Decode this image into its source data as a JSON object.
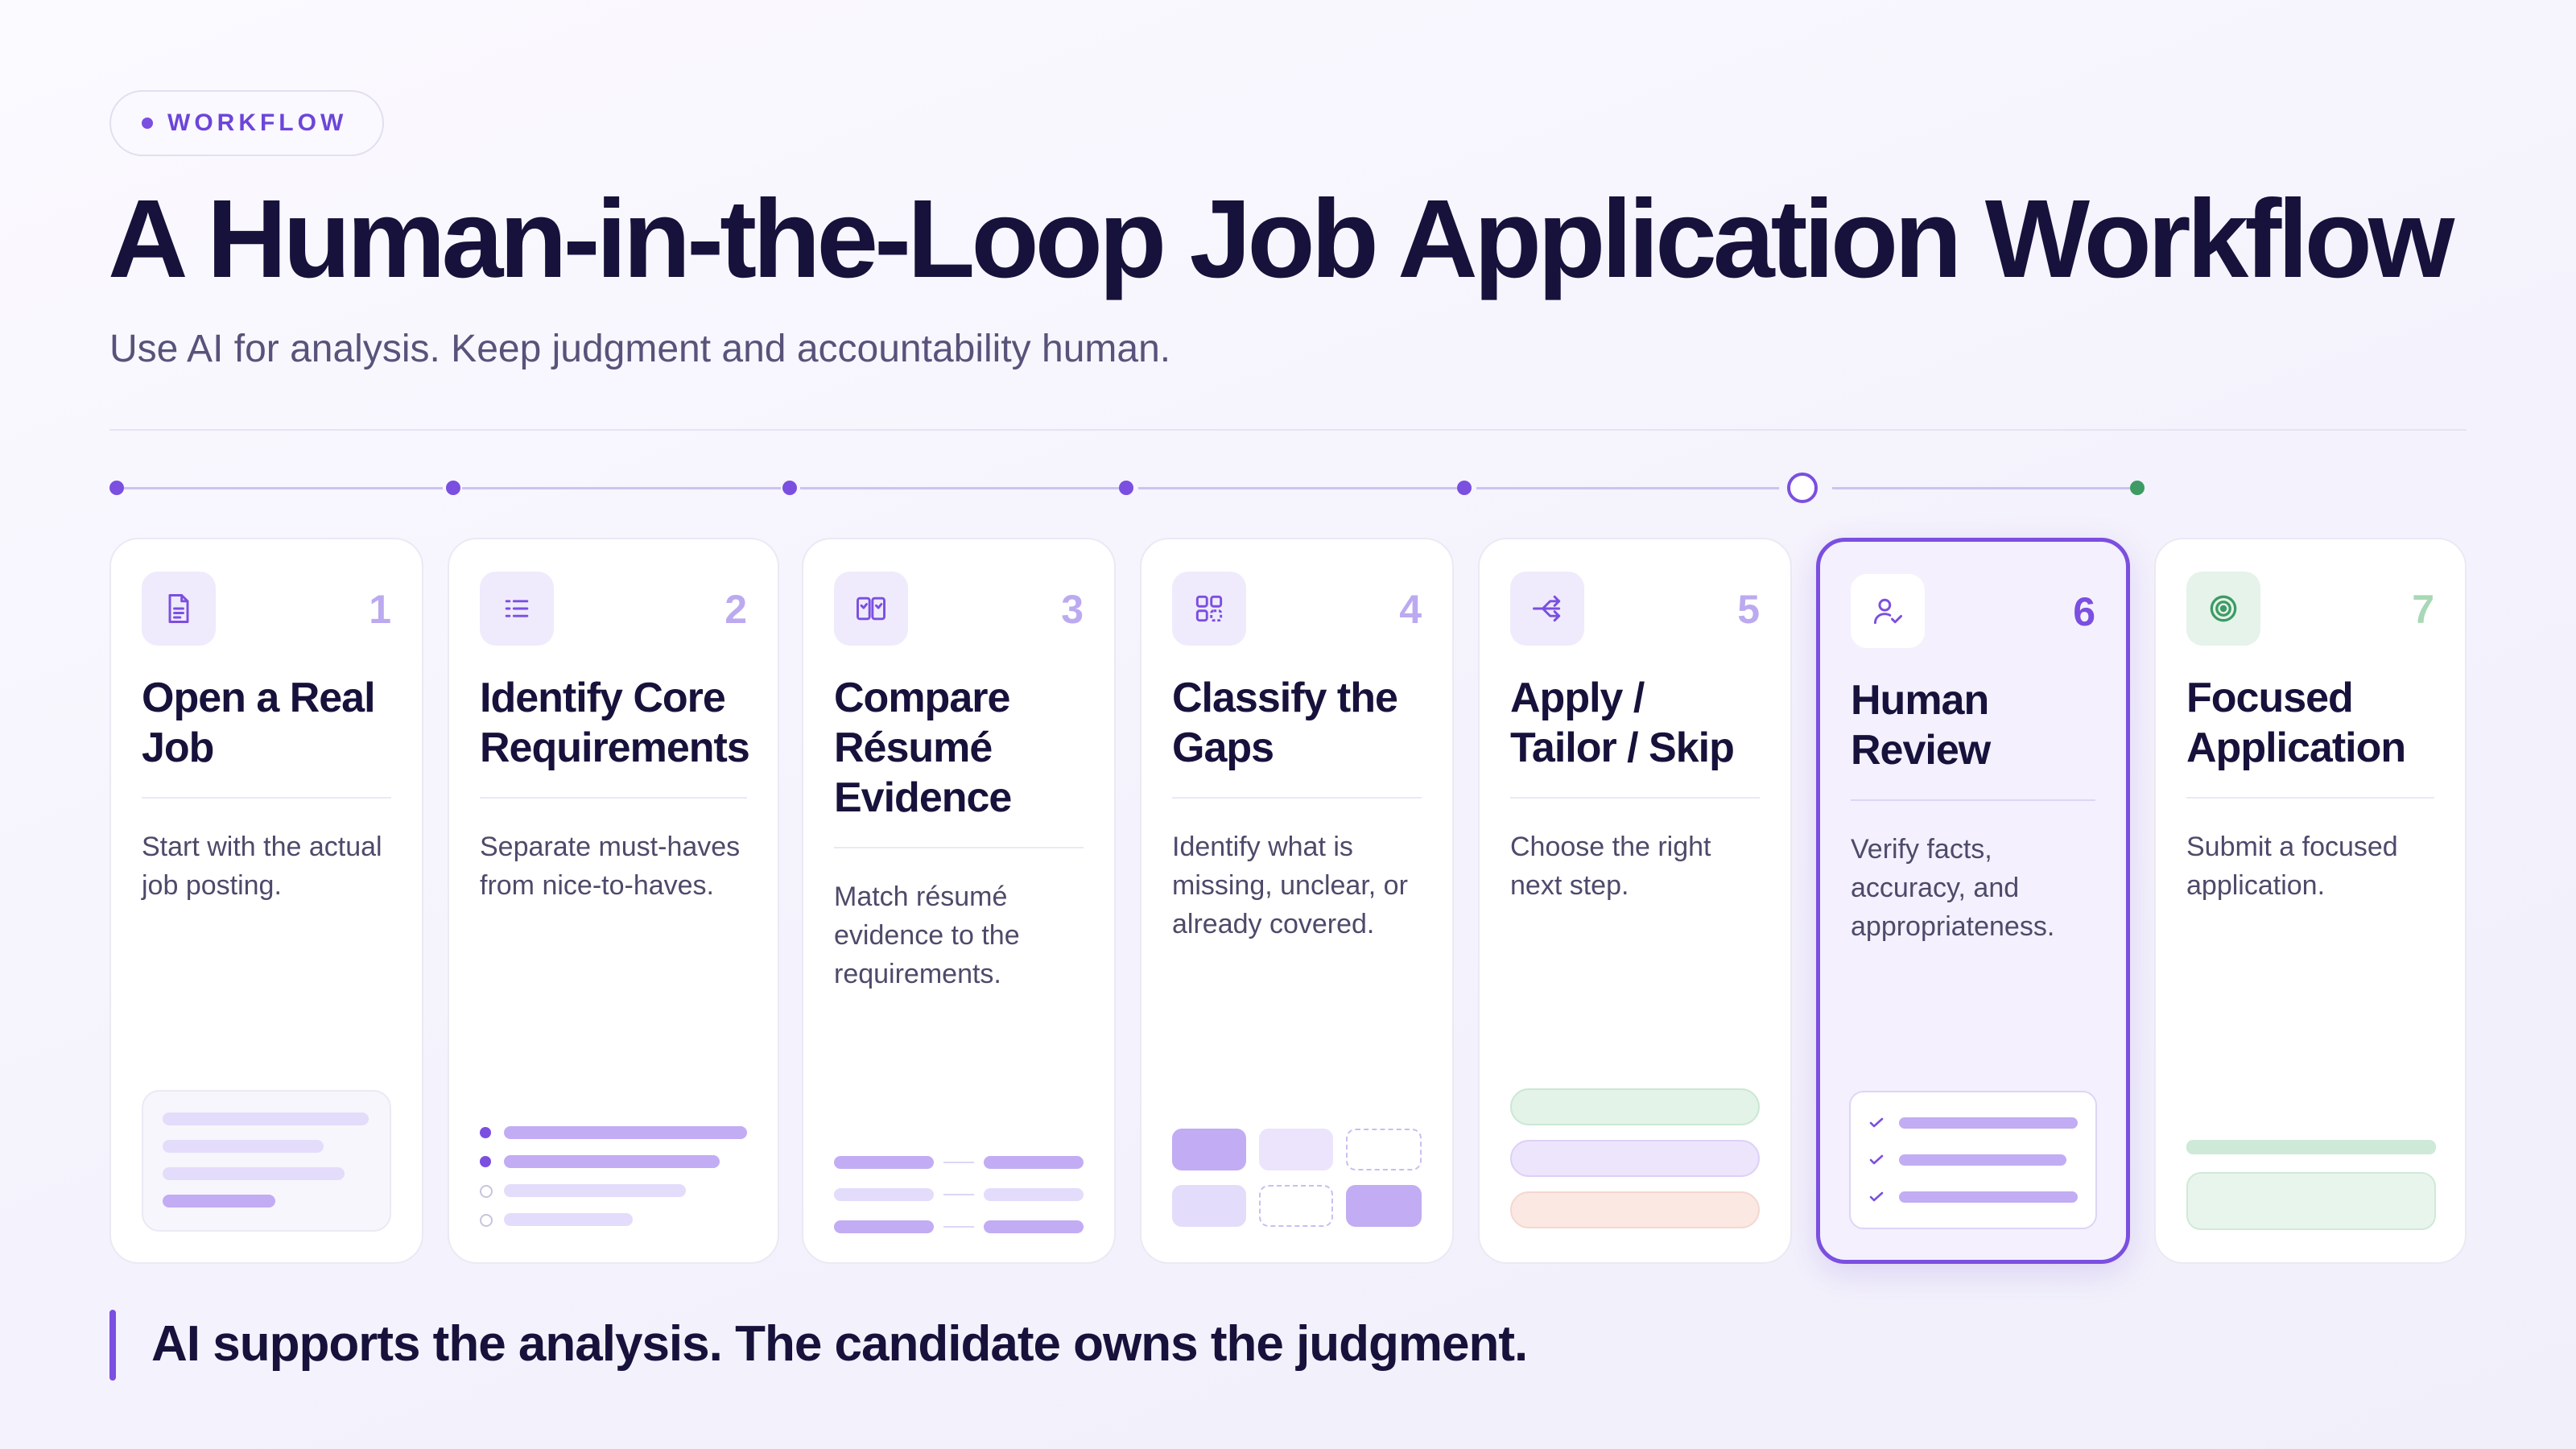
{
  "badge": "WORKFLOW",
  "title": "A Human-in-the-Loop Job Application Workflow",
  "subtitle": "Use AI for analysis. Keep judgment and accountability human.",
  "colors": {
    "accent": "#7b4fe0",
    "green": "#3d9b63",
    "text": "#16123b",
    "muted": "#57537a"
  },
  "steps": [
    {
      "number": "1",
      "title": "Open a Real Job",
      "description": "Start with the actual job posting.",
      "icon": "document-icon"
    },
    {
      "number": "2",
      "title": "Identify Core Requirements",
      "description": "Separate must-haves from nice-to-haves.",
      "icon": "checklist-icon"
    },
    {
      "number": "3",
      "title": "Compare Résumé Evidence",
      "description": "Match résumé evidence to the requirements.",
      "icon": "compare-icon"
    },
    {
      "number": "4",
      "title": "Classify the Gaps",
      "description": "Identify what is missing, unclear, or already covered.",
      "icon": "grid-icon"
    },
    {
      "number": "5",
      "title": "Apply / Tailor / Skip",
      "description": "Choose the right next step.",
      "icon": "branch-icon"
    },
    {
      "number": "6",
      "title": "Human Review",
      "description": "Verify facts, accuracy, and appropriateness.",
      "icon": "user-check-icon"
    },
    {
      "number": "7",
      "title": "Focused Application",
      "description": "Submit a focused application.",
      "icon": "target-icon"
    }
  ],
  "active_step": 6,
  "takeaway": "AI supports the analysis. The candidate owns the judgment."
}
